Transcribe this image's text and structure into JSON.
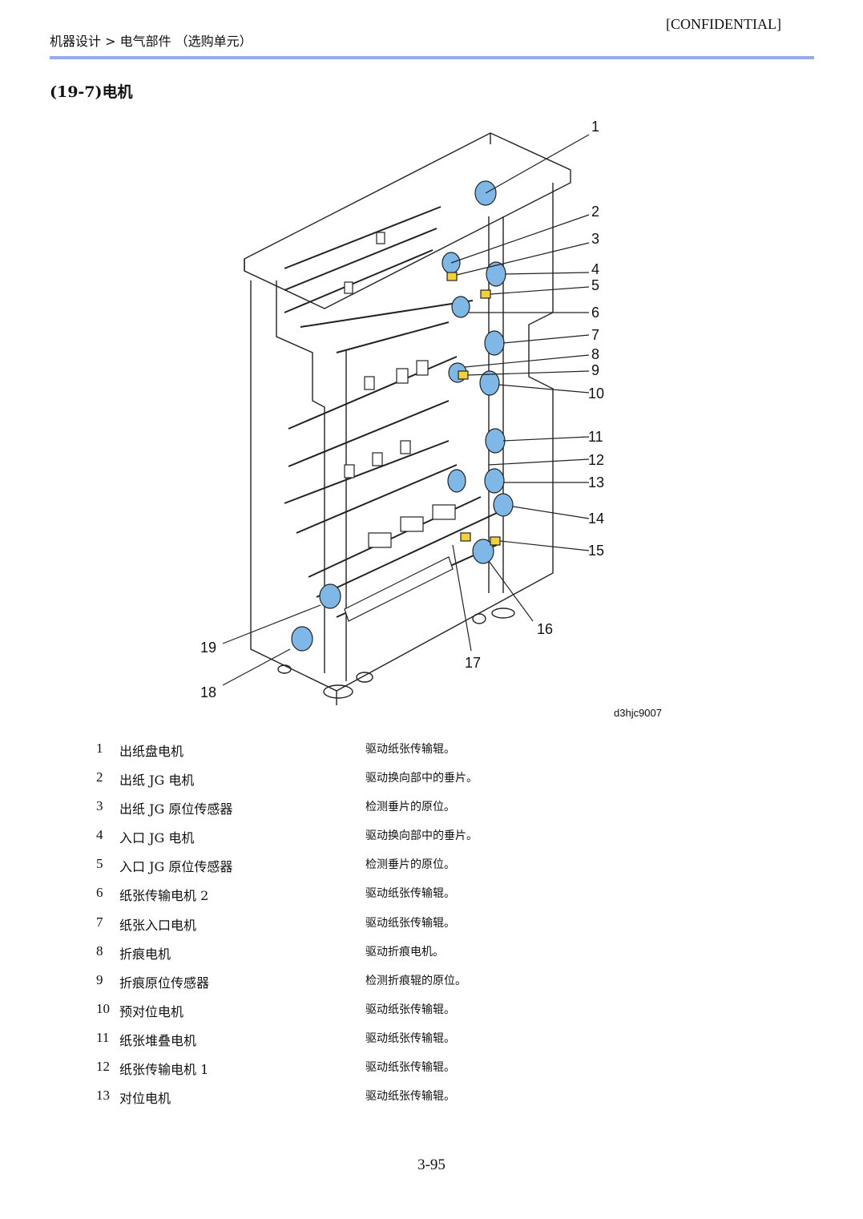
{
  "header": {
    "confidential": "[CONFIDENTIAL]",
    "breadcrumb": "机器设计 > 电气部件 （选购单元）"
  },
  "section": {
    "title": "(19-7)电机"
  },
  "figure": {
    "id": "d3hjc9007",
    "callouts": [
      "1",
      "2",
      "3",
      "4",
      "5",
      "6",
      "7",
      "8",
      "9",
      "10",
      "11",
      "12",
      "13",
      "14",
      "15",
      "16",
      "17",
      "18",
      "19"
    ],
    "colors": {
      "motor": "#7fb8e6",
      "sensor": "#f2d23b",
      "line": "#222222"
    }
  },
  "parts": [
    {
      "num": "1",
      "name": "出纸盘电机",
      "desc": "驱动纸张传输辊。"
    },
    {
      "num": "2",
      "name": "出纸 JG 电机",
      "desc": "驱动换向部中的垂片。"
    },
    {
      "num": "3",
      "name": "出纸 JG 原位传感器",
      "desc": "检测垂片的原位。"
    },
    {
      "num": "4",
      "name": "入口 JG 电机",
      "desc": "驱动换向部中的垂片。"
    },
    {
      "num": "5",
      "name": "入口 JG 原位传感器",
      "desc": "检测垂片的原位。"
    },
    {
      "num": "6",
      "name": "纸张传输电机 2",
      "desc": "驱动纸张传输辊。"
    },
    {
      "num": "7",
      "name": "纸张入口电机",
      "desc": "驱动纸张传输辊。"
    },
    {
      "num": "8",
      "name": "折痕电机",
      "desc": "驱动折痕电机。"
    },
    {
      "num": "9",
      "name": "折痕原位传感器",
      "desc": "检测折痕辊的原位。"
    },
    {
      "num": "10",
      "name": "预对位电机",
      "desc": "驱动纸张传输辊。"
    },
    {
      "num": "11",
      "name": "纸张堆叠电机",
      "desc": "驱动纸张传输辊。"
    },
    {
      "num": "12",
      "name": "纸张传输电机 1",
      "desc": "驱动纸张传输辊。"
    },
    {
      "num": "13",
      "name": "对位电机",
      "desc": "驱动纸张传输辊。"
    }
  ],
  "footer": {
    "page": "3-95"
  }
}
